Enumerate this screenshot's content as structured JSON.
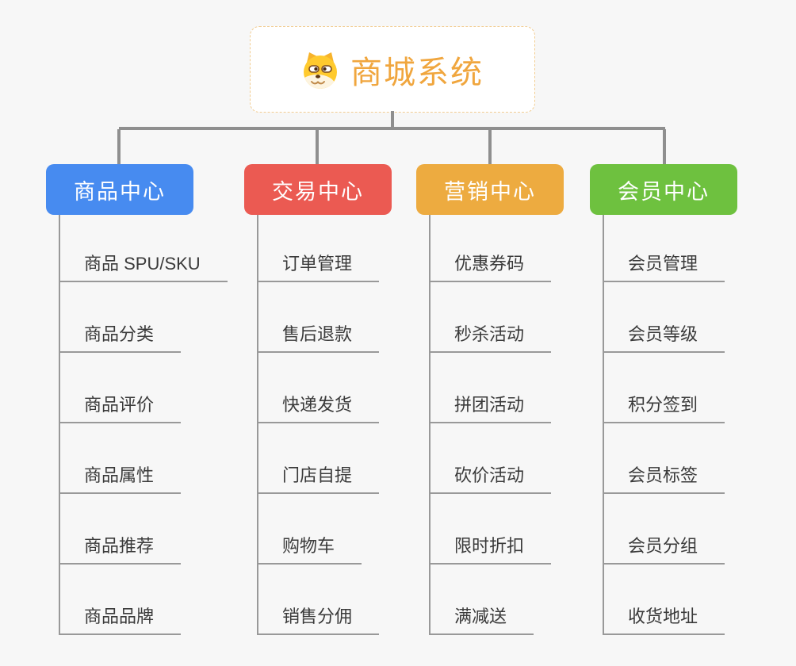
{
  "app": {
    "background_color": "#f7f7f7",
    "connector_color": "#8f8f8f"
  },
  "root": {
    "title": "商城系统",
    "icon": "doge-icon",
    "title_color": "#f0a63e",
    "border_color": "#f2cd92"
  },
  "branches": [
    {
      "id": "product-center",
      "label": "商品中心",
      "color": "#478bf0",
      "children": [
        "商品 SPU/SKU",
        "商品分类",
        "商品评价",
        "商品属性",
        "商品推荐",
        "商品品牌"
      ]
    },
    {
      "id": "trade-center",
      "label": "交易中心",
      "color": "#eb5a52",
      "children": [
        "订单管理",
        "售后退款",
        "快递发货",
        "门店自提",
        "购物车",
        "销售分佣"
      ]
    },
    {
      "id": "marketing-center",
      "label": "营销中心",
      "color": "#edab40",
      "children": [
        "优惠券码",
        "秒杀活动",
        "拼团活动",
        "砍价活动",
        "限时折扣",
        "满减送"
      ]
    },
    {
      "id": "member-center",
      "label": "会员中心",
      "color": "#6ec13f",
      "children": [
        "会员管理",
        "会员等级",
        "积分签到",
        "会员标签",
        "会员分组",
        "收货地址"
      ]
    }
  ]
}
